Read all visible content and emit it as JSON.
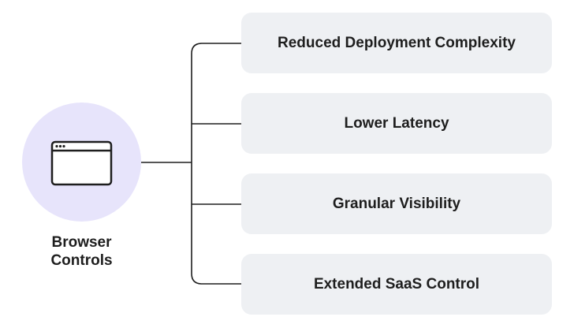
{
  "hub": {
    "label_line1": "Browser",
    "label_line2": "Controls",
    "icon": "browser-window-icon",
    "circle_color": "#e7e4fb"
  },
  "items": [
    {
      "label": "Reduced Deployment Complexity"
    },
    {
      "label": "Lower Latency"
    },
    {
      "label": "Granular Visibility"
    },
    {
      "label": "Extended SaaS Control"
    }
  ],
  "colors": {
    "card_bg": "#eef0f3",
    "text": "#1e1e1e",
    "line": "#1e1e1e"
  }
}
